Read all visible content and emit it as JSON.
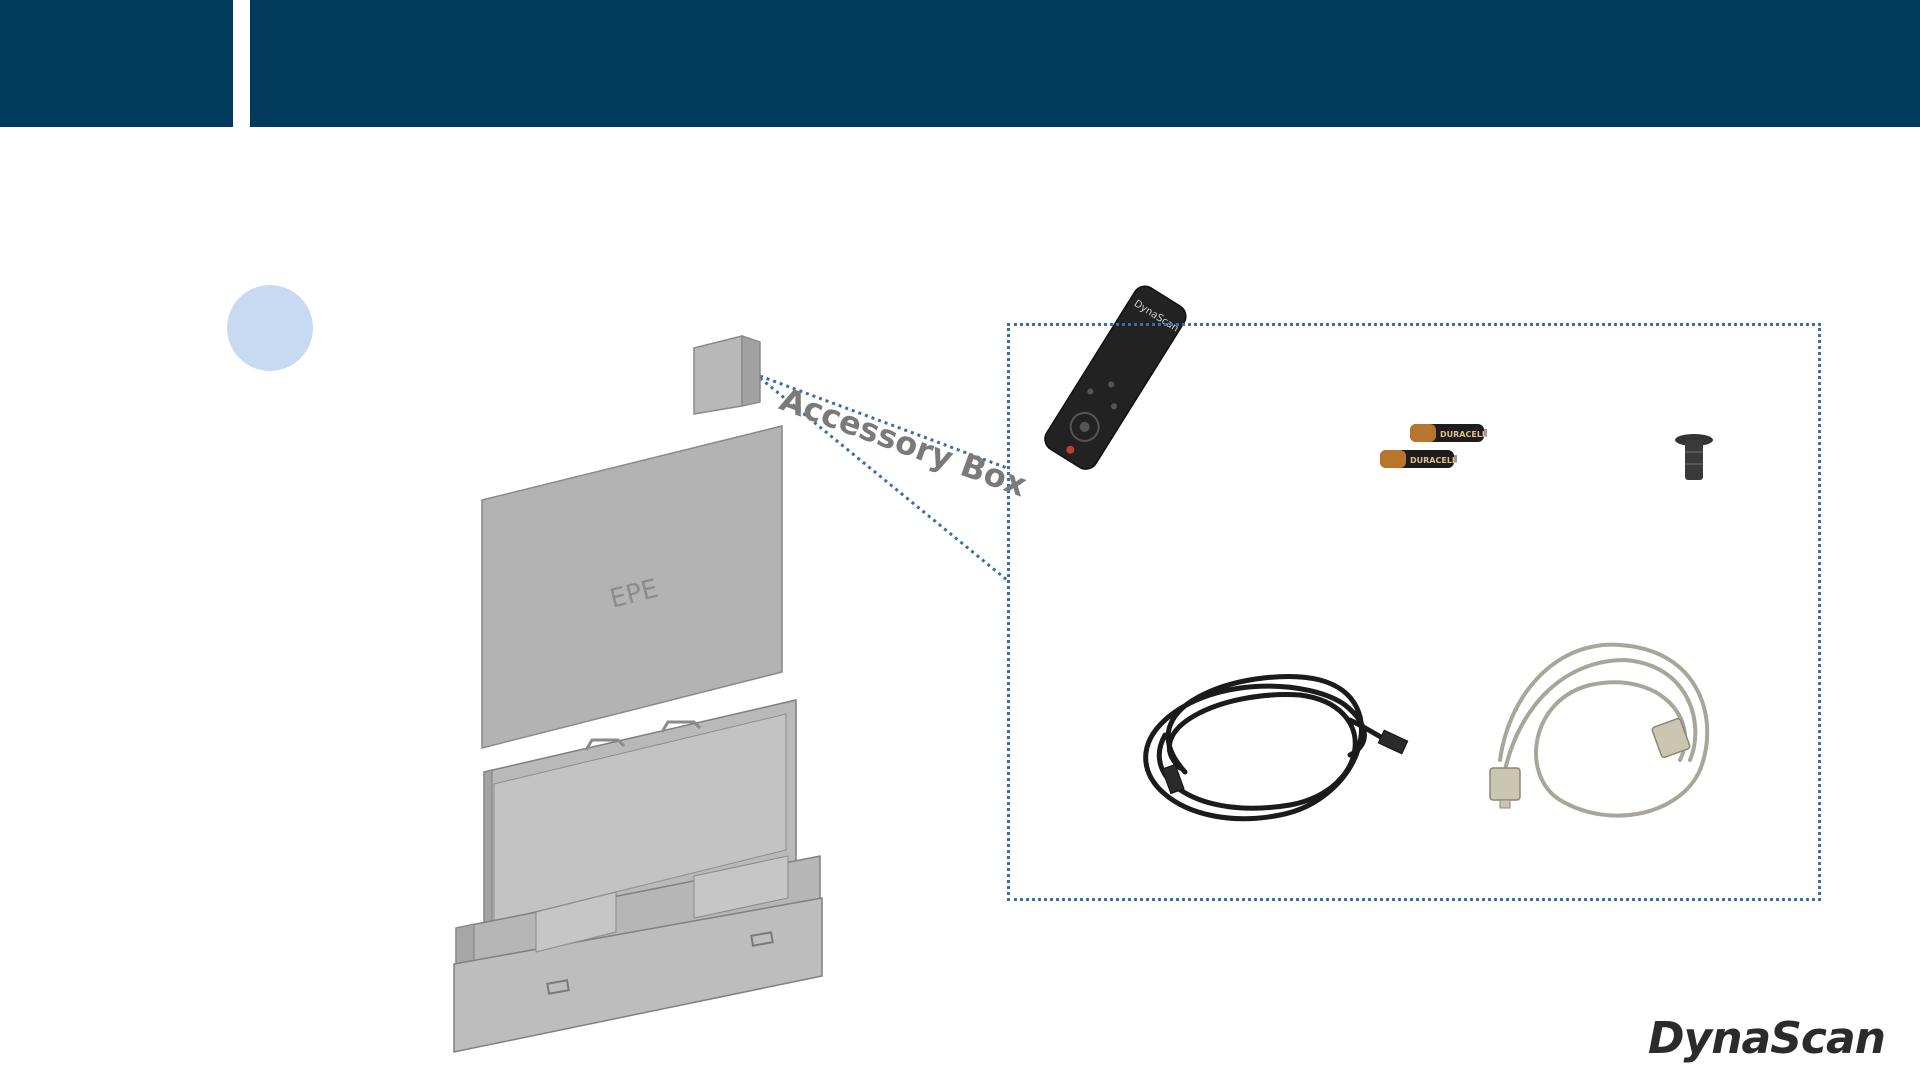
{
  "illustration": {
    "accessory_box_label": "Accessory Box",
    "foam_sheet_label": "EPE"
  },
  "items": {
    "remote_brand": "DynaScan",
    "battery_brand": "DURACELL"
  },
  "logo": {
    "text": "DynaScan"
  },
  "colors": {
    "header": "#013a5c",
    "step_circle": "#c6daf2",
    "callout_border": "#3a6ea5",
    "label_gray": "#7a7a7a"
  }
}
